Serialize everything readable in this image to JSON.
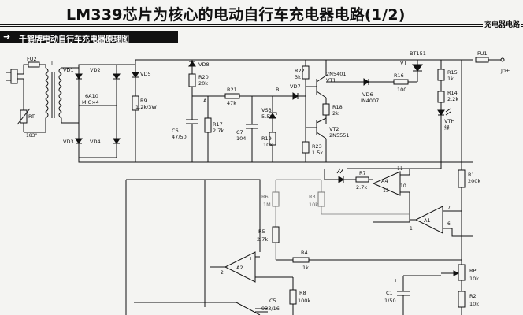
{
  "header": {
    "title": "LM339芯片为核心的电动自行车充电器电路(1/2)",
    "category": "充电器电路",
    "subtitle": "千鹤牌电动自行车充电器原理图"
  },
  "labels": {
    "fu2": "FU2",
    "t": "T",
    "vd1": "VD1",
    "vd2": "VD2",
    "vd3": "VD3",
    "vd4": "VD4",
    "bridge_spec": "6A10\nMIC × 4",
    "rt": "RT",
    "rt_val": "183°",
    "vd5": "VD5",
    "r9": "R9",
    "r9_val": "1.2k/3W",
    "vd8": "VD8",
    "r20": "R20",
    "r20_val": "20k",
    "node_a": "A",
    "node_b": "B",
    "r21": "R21",
    "r21_val": "47k",
    "c6": "C6",
    "c6_val": "47/50",
    "r17": "R17",
    "r17_val": "2.7k",
    "c7": "C7",
    "c7_val": "104",
    "vs3": "VS3",
    "vs3_val": "5.5V",
    "r19": "R19",
    "r19_val": "10k",
    "vd7": "VD7",
    "r22": "R22",
    "r22_val": "3k",
    "vt1": "2N5401\nVT1",
    "r18": "R18",
    "r18_val": "2k",
    "vt2": "VT2\n2N5551",
    "r23": "R23",
    "r23_val": "1.5k",
    "vd6": "VD6",
    "vd6_val": "IN4007",
    "r16": "R16",
    "r16_val": "100",
    "vt": "VT",
    "bt151": "BT151",
    "r15": "R15",
    "r15_val": "1k",
    "r14": "R14",
    "r14_val": "2.2k",
    "vth": "VTH",
    "vth_color": "绿",
    "fu1": "FU1",
    "out_pos": "J0+",
    "r1": "R1",
    "r1_val": "200k",
    "r7": "R7",
    "r7_val": "2.7k",
    "a4": "A4",
    "pin11": "11",
    "pin10": "10",
    "pin13": "13",
    "r6": "R6",
    "r6_val": "1M",
    "r3": "R3",
    "r3_val": "10k",
    "a1": "A1",
    "pin7": "7",
    "pin6": "6",
    "pin1": "1",
    "r5": "R5",
    "r5_val": "2.7k",
    "r4": "R4",
    "r4_val": "1k",
    "a2": "A2",
    "pin2": "2",
    "rp": "RP",
    "rp_val": "10k",
    "r8": "R8",
    "r8_val": "100k",
    "c5": "C5",
    "c5_val": "933/16",
    "c1": "C1",
    "c1_val": "1/50",
    "r2": "R2",
    "r2_val": "10k"
  }
}
